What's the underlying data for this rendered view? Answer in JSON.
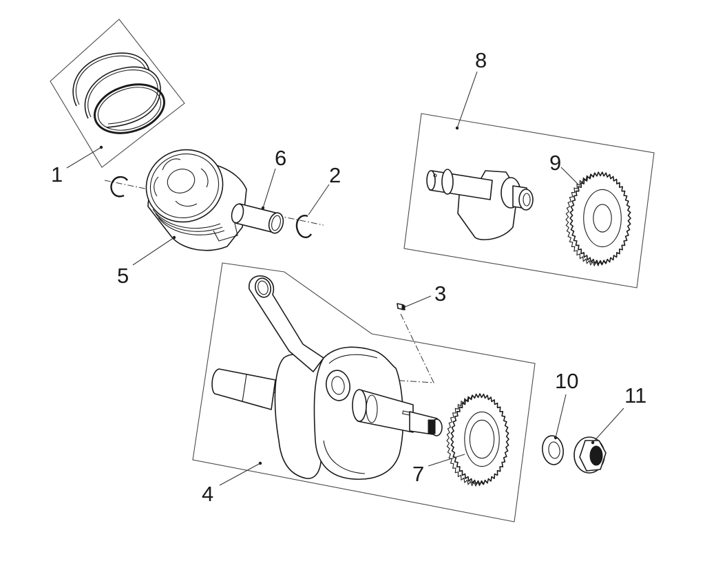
{
  "diagram": {
    "type": "exploded-parts-view",
    "subject": "engine crankshaft, piston and balancer assembly",
    "callouts": [
      {
        "number": "1",
        "part": "piston-ring-set"
      },
      {
        "number": "2",
        "part": "piston-pin-circlip"
      },
      {
        "number": "3",
        "part": "woodruff-key"
      },
      {
        "number": "4",
        "part": "crankshaft-connecting-rod-assembly"
      },
      {
        "number": "5",
        "part": "piston"
      },
      {
        "number": "6",
        "part": "piston-pin"
      },
      {
        "number": "7",
        "part": "crankshaft-drive-gear"
      },
      {
        "number": "8",
        "part": "balancer-shaft-assembly"
      },
      {
        "number": "9",
        "part": "balancer-driven-gear"
      },
      {
        "number": "10",
        "part": "washer"
      },
      {
        "number": "11",
        "part": "flange-nut"
      }
    ]
  },
  "colors": {
    "line": "#1a1a1a",
    "frame": "#4a4a4a",
    "background": "#ffffff"
  }
}
